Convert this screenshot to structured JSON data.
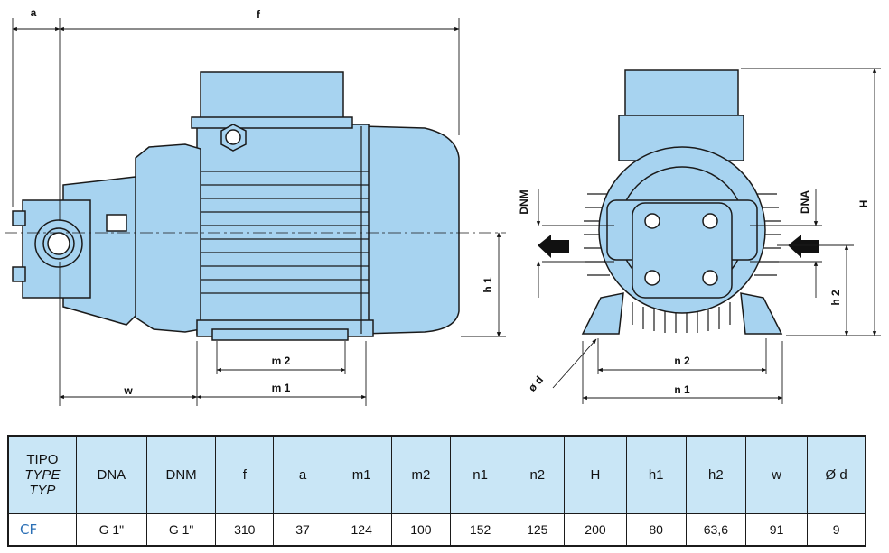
{
  "dimension_labels": {
    "a": "a",
    "f": "f",
    "w": "w",
    "m1": "m 1",
    "m2": "m 2",
    "h1": "h 1",
    "h2": "h 2",
    "H": "H",
    "n1": "n 1",
    "n2": "n 2",
    "d": "ø d",
    "DNM": "DNM",
    "DNA": "DNA"
  },
  "table": {
    "header_type": [
      "TIPO",
      "TYPE",
      "TYP"
    ],
    "headers": [
      "DNA",
      "DNM",
      "f",
      "a",
      "m1",
      "m2",
      "n1",
      "n2",
      "H",
      "h1",
      "h2",
      "w",
      "Ø d"
    ],
    "row": {
      "model": "CF",
      "values": [
        "G 1\"",
        "G 1\"",
        "310",
        "37",
        "124",
        "100",
        "152",
        "125",
        "200",
        "80",
        "63,6",
        "91",
        "9"
      ]
    }
  },
  "colors": {
    "body_fill": "#a7d3f0",
    "outline": "#1a1a1a",
    "header_fill": "#c9e6f6",
    "model_text": "#2a6fb5"
  }
}
